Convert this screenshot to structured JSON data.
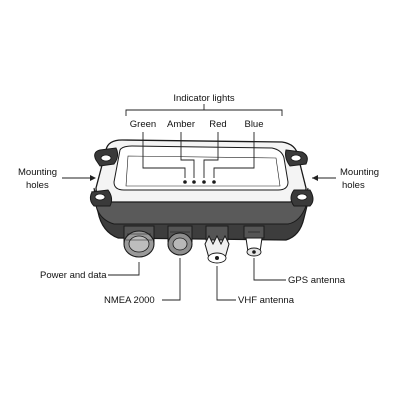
{
  "labels": {
    "indicator_lights": "Indicator lights",
    "green": "Green",
    "amber": "Amber",
    "red": "Red",
    "blue": "Blue",
    "mounting_holes_left_line1": "Mounting",
    "mounting_holes_left_line2": "holes",
    "mounting_holes_right_line1": "Mounting",
    "mounting_holes_right_line2": "holes",
    "power_and_data": "Power and data",
    "nmea_2000": "NMEA 2000",
    "vhf_antenna": "VHF antenna",
    "gps_antenna": "GPS antenna"
  },
  "colors": {
    "ink": "#1a1a1a",
    "body_light": "#f2f2f2",
    "body_dark": "#3a3a3a",
    "connector_gray": "#8a8a8a"
  }
}
